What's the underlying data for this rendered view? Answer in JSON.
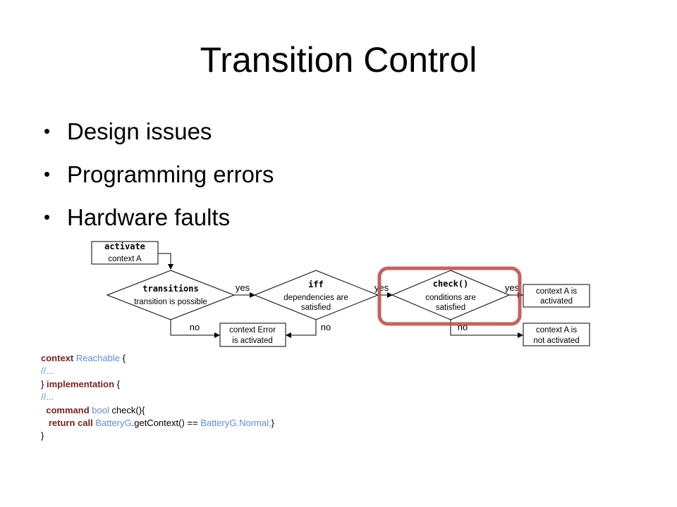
{
  "slide": {
    "title": "Transition Control",
    "bullets": [
      "Design issues",
      "Programming errors",
      "Hardware faults"
    ]
  },
  "flowchart": {
    "activate_title": "activate",
    "activate_sub": "context A",
    "transitions_title": "transitions",
    "transitions_sub": "transition is possible",
    "iff_title": "iff",
    "iff_sub1": "dependencies are",
    "iff_sub2": "satisfied",
    "check_title": "check()",
    "check_sub1": "conditions are",
    "check_sub2": "satisfied",
    "yes": "yes",
    "no": "no",
    "activated_1": "context A is",
    "activated_2": "activated",
    "not_activated_1": "context A is",
    "not_activated_2": "not activated",
    "error_1": "context Error",
    "error_2": "is activated",
    "highlight_color": "#c0504d"
  },
  "code": {
    "l1_kw": "context",
    "l1_ty": "Reachable",
    "l1_rest": " {",
    "l2": "//...",
    "l3_a": "} ",
    "l3_kw": "implementation",
    "l3_rest": " {",
    "l4": "//...",
    "l5_kw": "command",
    "l5_ty": "bool",
    "l5_rest": " check(){",
    "l6_kw": "return call",
    "l6_ty1": "BatteryG",
    "l6_mid": ".getContext() == ",
    "l6_ty2": "BatteryG.Normal;",
    "l6_end": "}",
    "l7": "}"
  }
}
